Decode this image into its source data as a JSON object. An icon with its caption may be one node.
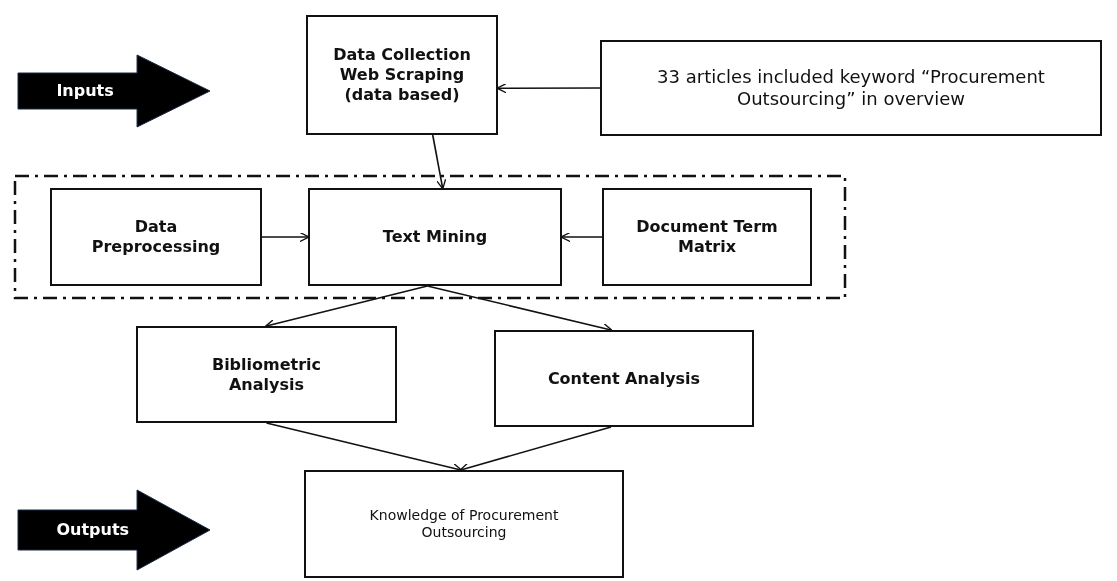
{
  "diagram": {
    "nodes": [
      {
        "text": [
          "Inputs"
        ]
      },
      {
        "text": [
          "Data Collection Web Scraping (data based)"
        ]
      },
      {
        "text": [
          "33 articles included keyword “Procurement Outsourcing” in overview"
        ]
      },
      {
        "text": [],
        "shape": "box"
      },
      {
        "text": [
          "Data Preprocessing"
        ],
        "in": 3
      },
      {
        "text": [
          "Text Mining"
        ],
        "in": 3
      },
      {
        "text": [
          "Document Term Matrix"
        ],
        "in": 3
      },
      {
        "text": [
          "Bibliometric Analysis"
        ]
      },
      {
        "text": [
          "Content Analysis"
        ]
      },
      {
        "text": [
          "Outputs"
        ]
      },
      {
        "text": [
          "Knowledge of Procurement Outsourcing"
        ]
      }
    ],
    "edges": [
      {
        "from": 2,
        "to": 1,
        "arrow": "to"
      },
      {
        "from": 1,
        "to": 5,
        "arrow": "to"
      },
      {
        "from": 4,
        "to": 5,
        "arrow": "to"
      },
      {
        "from": 6,
        "to": 5,
        "arrow": "to"
      },
      {
        "from": 5,
        "to": 7,
        "arrow": "to"
      },
      {
        "from": 5,
        "to": 8,
        "arrow": "to"
      },
      {
        "from": 7,
        "to": 10,
        "arrow": "to"
      },
      {
        "from": 8,
        "to": 10,
        "arrow": "to"
      }
    ]
  }
}
